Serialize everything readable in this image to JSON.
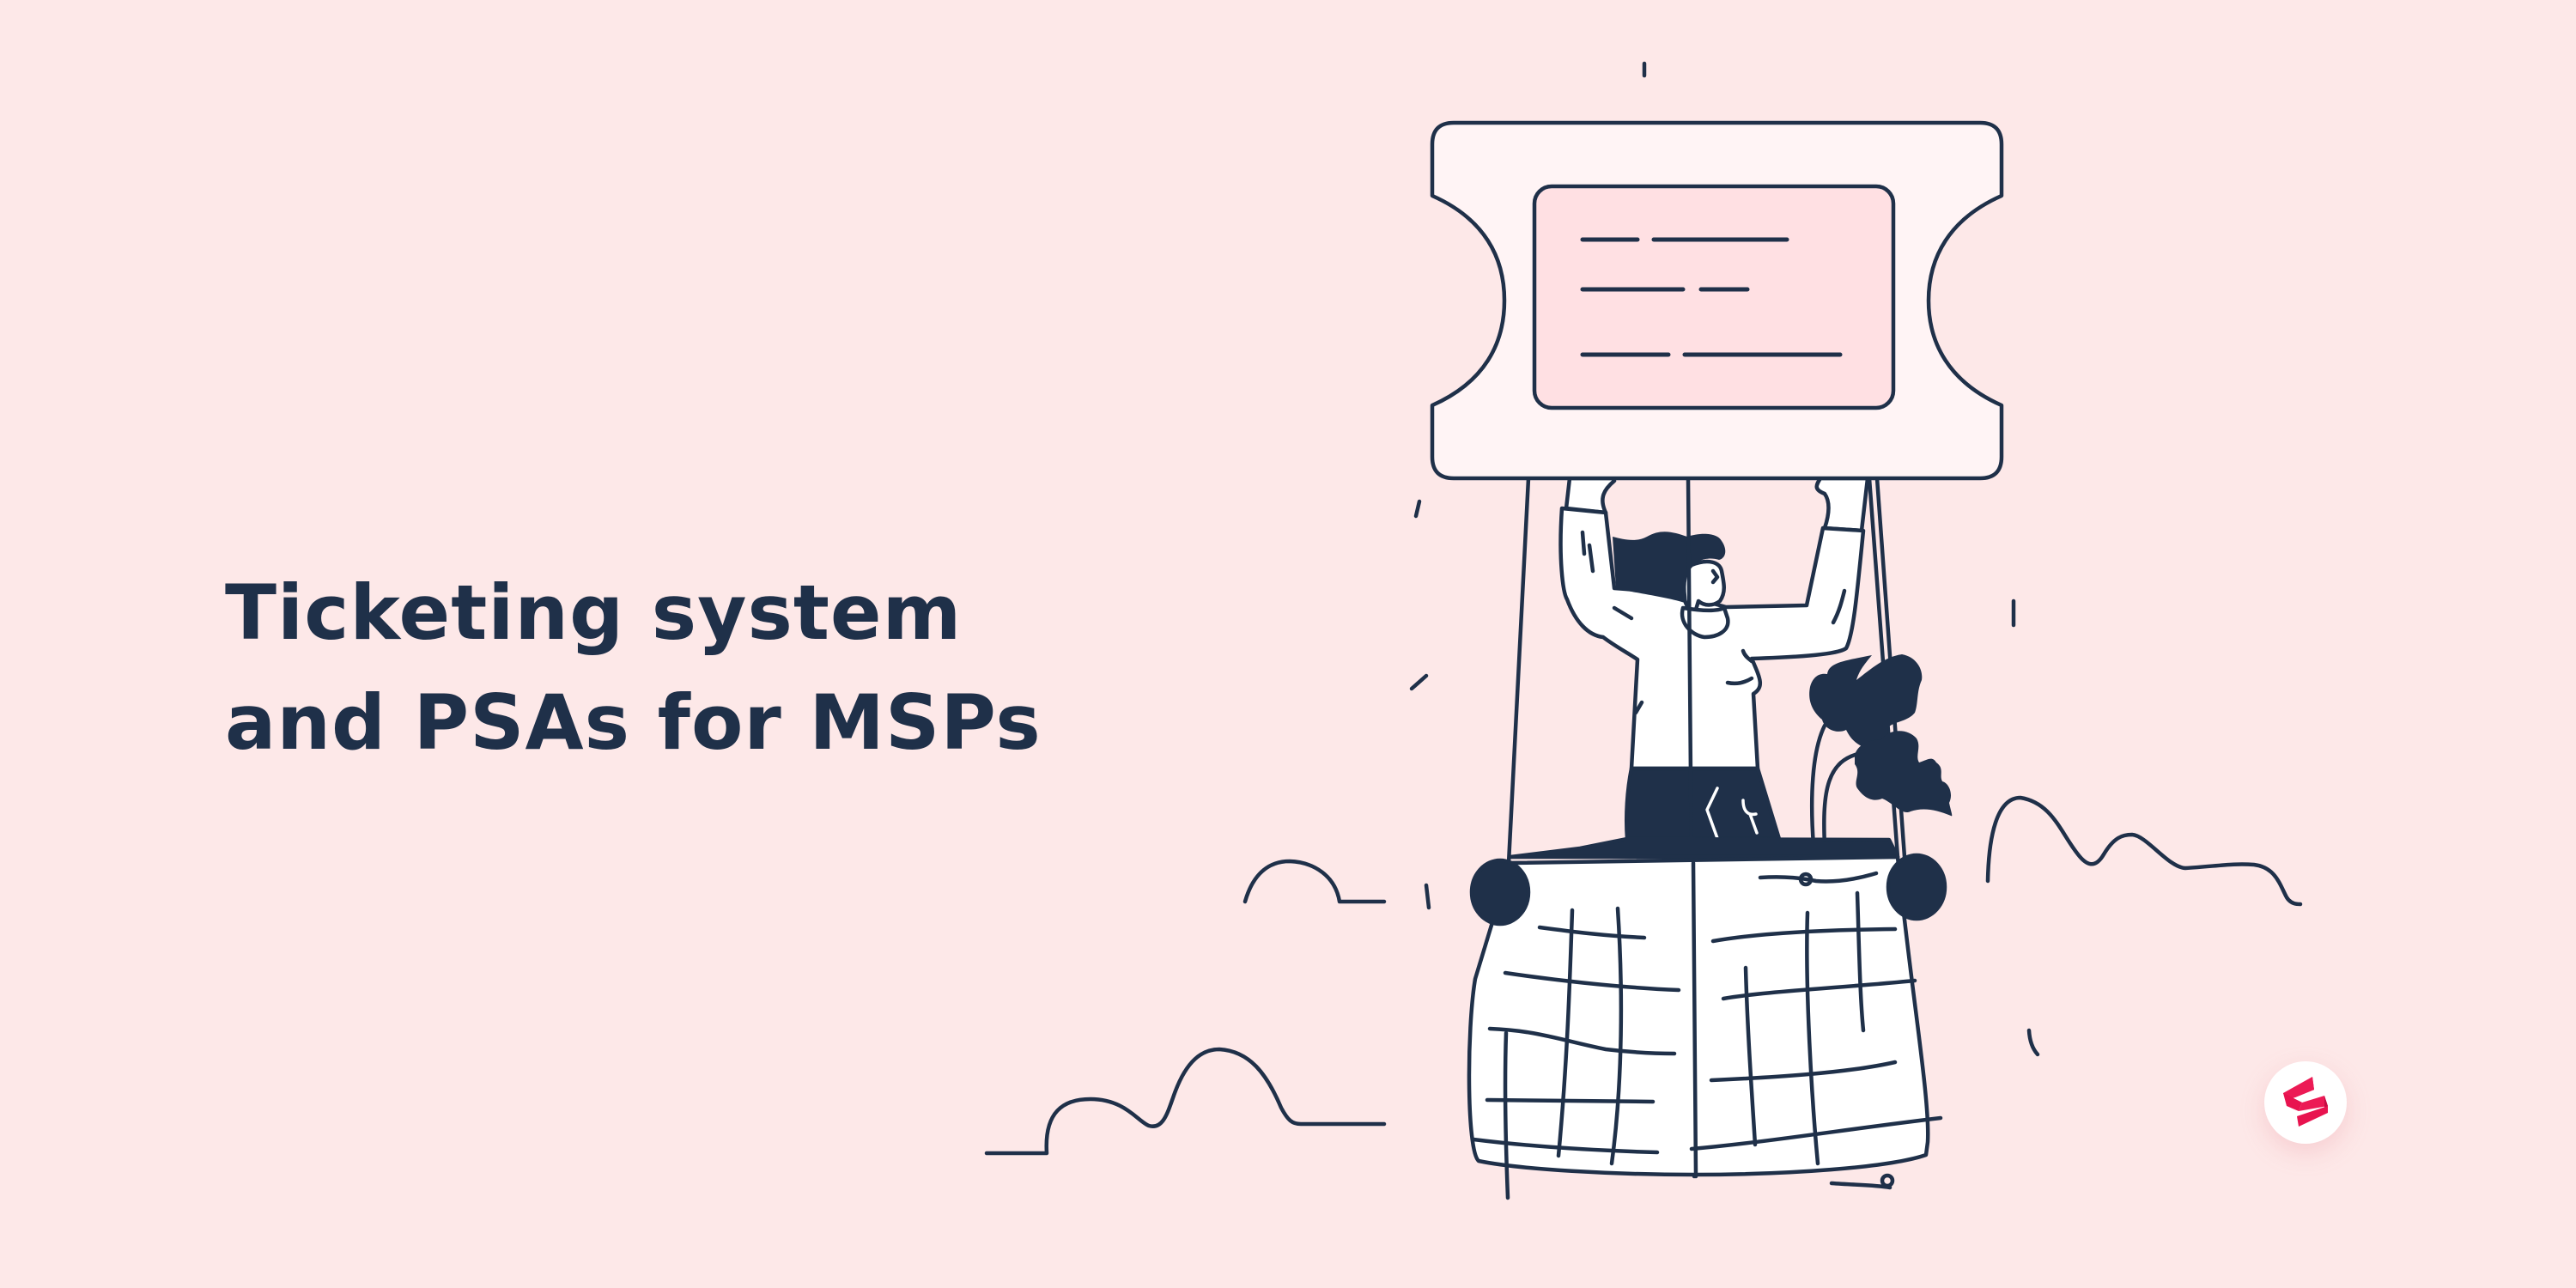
{
  "hero": {
    "title_line_1": "Ticketing system",
    "title_line_2": "and PSAs for MSPs"
  },
  "illustration": {
    "subject": "person-in-hot-air-balloon-basket-holding-ticket",
    "ticket_lines": 3
  },
  "brand": {
    "logo_icon": "brand-s-logo-icon"
  },
  "colors": {
    "background": "#fde8e8",
    "ink": "#1f3049",
    "ticket_outer": "#fff4f5",
    "ticket_inner": "#ffe0e3",
    "brand_accent": "#e8134f"
  }
}
